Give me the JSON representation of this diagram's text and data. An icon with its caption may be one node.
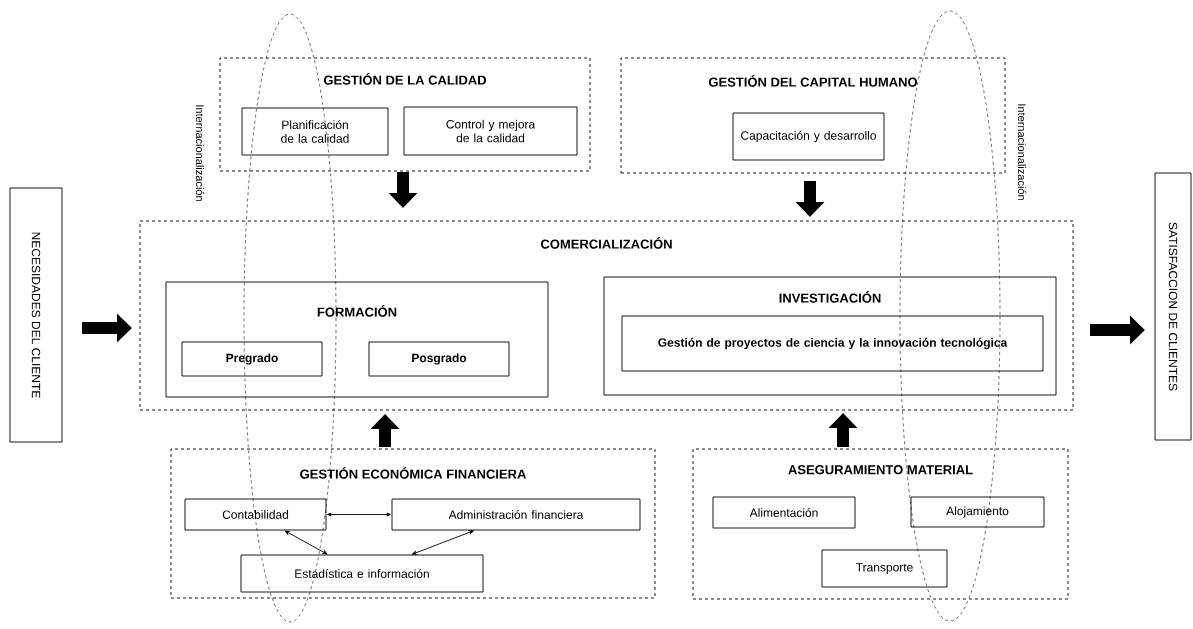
{
  "diagram": {
    "nodes": [
      {
        "text": [
          "NECESIDADES DEL CLIENTE"
        ]
      },
      {
        "text": [
          "GESTIÓN DE LA CALIDAD"
        ]
      },
      {
        "text": [
          "Planificación de la calidad"
        ],
        "in": 1
      },
      {
        "text": [
          "Control y mejora de la calidad"
        ],
        "in": 1
      },
      {
        "text": [
          "GESTIÓN DEL CAPITAL HUMANO"
        ]
      },
      {
        "text": [
          "Capacitación y desarrollo"
        ],
        "in": 4
      },
      {
        "text": [
          "COMERCIALIZACIÓN"
        ]
      },
      {
        "text": [
          "FORMACIÓN"
        ],
        "in": 6
      },
      {
        "text": [
          "Pregrado"
        ],
        "in": 7
      },
      {
        "text": [
          "Posgrado"
        ],
        "in": 7
      },
      {
        "text": [
          "INVESTIGACIÓN"
        ],
        "in": 6
      },
      {
        "text": [
          "Gestión de proyectos de ciencia y la innovación tecnológica"
        ],
        "in": 10
      },
      {
        "text": [
          "GESTIÓN ECONÓMICA FINANCIERA"
        ]
      },
      {
        "text": [
          "Contabilidad"
        ],
        "in": 12
      },
      {
        "text": [
          "Administración financiera"
        ],
        "in": 12
      },
      {
        "text": [
          "Estadística e información"
        ],
        "in": 12
      },
      {
        "text": [
          "ASEGURAMIENTO MATERIAL"
        ]
      },
      {
        "text": [
          "Alimentación"
        ],
        "in": 16
      },
      {
        "text": [
          "Alojamiento"
        ],
        "in": 16
      },
      {
        "text": [
          "Transporte"
        ],
        "in": 16
      },
      {
        "text": [
          "SATISFACCION DE CLIENTES"
        ]
      }
    ],
    "edges": [
      {
        "from": 0,
        "to": 6,
        "arrow": "to"
      },
      {
        "from": 1,
        "to": 6,
        "arrow": "to"
      },
      {
        "from": 4,
        "to": 6,
        "arrow": "to"
      },
      {
        "from": 12,
        "to": 6,
        "arrow": "to"
      },
      {
        "from": 16,
        "to": 6,
        "arrow": "to"
      },
      {
        "from": 6,
        "to": 20,
        "arrow": "to"
      },
      {
        "from": 13,
        "to": 14,
        "arrow": "both"
      },
      {
        "from": 13,
        "to": 15,
        "arrow": "both"
      },
      {
        "from": 14,
        "to": 15,
        "arrow": "both"
      }
    ],
    "labels": [
      "Internacionalización",
      "Internacionalización"
    ]
  }
}
